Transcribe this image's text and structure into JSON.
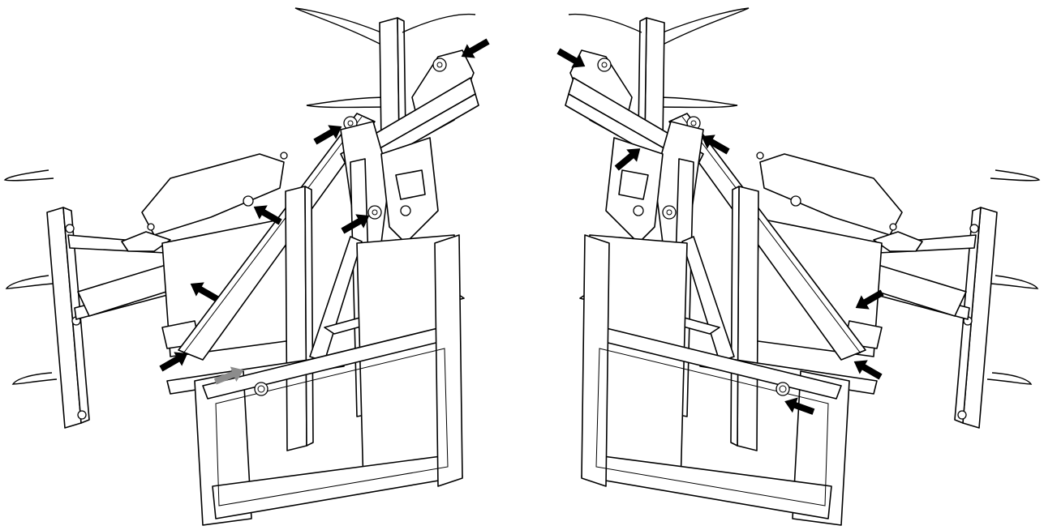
{
  "diagram": {
    "subject": "bale-grab-attachment-lubrication-points",
    "views": [
      {
        "id": "left-view",
        "mirrored": false
      },
      {
        "id": "right-view",
        "mirrored": true
      }
    ],
    "colors": {
      "line": "#000000",
      "background": "#ffffff",
      "highlight_arrow": "#8c8c8c"
    },
    "arrow_icon": "grease-point-arrow-icon",
    "left_view_arrows": [
      {
        "kind": "black"
      },
      {
        "kind": "black"
      },
      {
        "kind": "black"
      },
      {
        "kind": "black"
      },
      {
        "kind": "black"
      },
      {
        "kind": "black"
      },
      {
        "kind": "black"
      },
      {
        "kind": "gray"
      }
    ],
    "right_view_arrows": [
      {
        "kind": "black"
      },
      {
        "kind": "black"
      },
      {
        "kind": "black"
      },
      {
        "kind": "black"
      },
      {
        "kind": "black"
      },
      {
        "kind": "black"
      },
      {
        "kind": "black"
      }
    ]
  }
}
